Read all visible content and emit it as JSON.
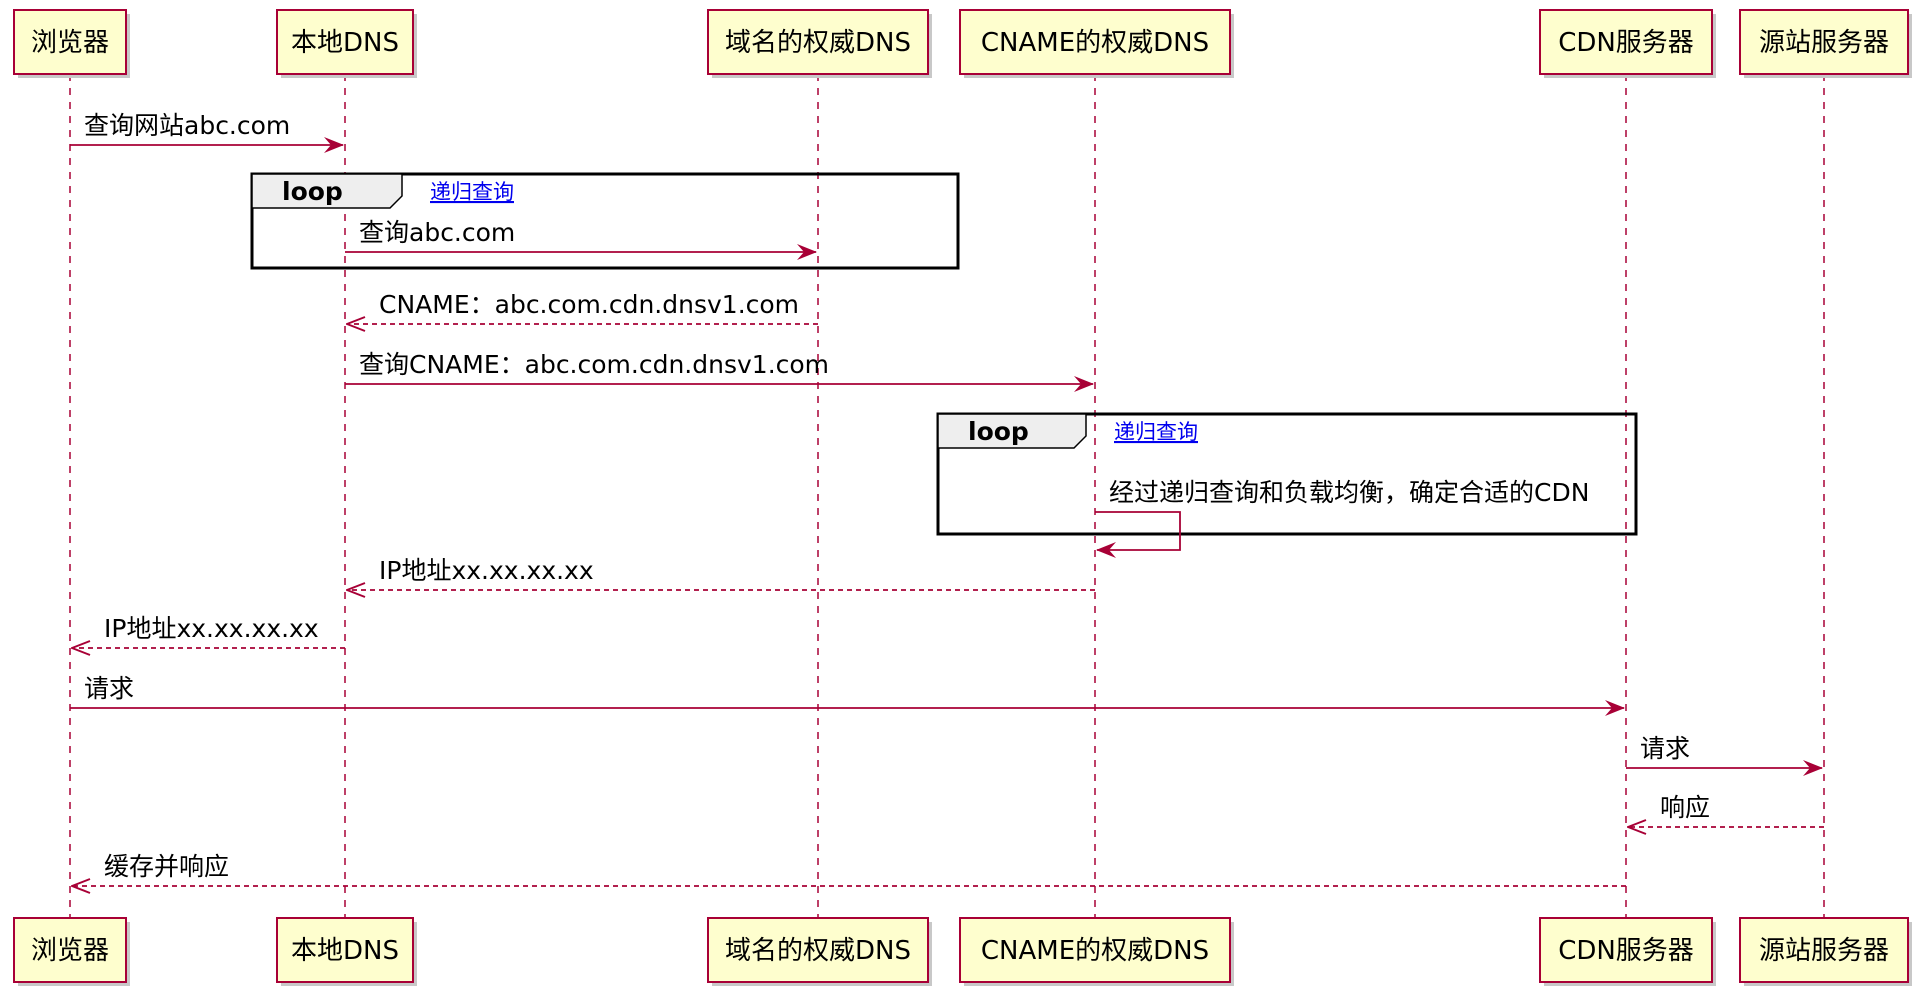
{
  "participants": [
    {
      "label": "浏览器"
    },
    {
      "label": "本地DNS"
    },
    {
      "label": "域名的权威DNS"
    },
    {
      "label": "CNAME的权威DNS"
    },
    {
      "label": "CDN服务器"
    },
    {
      "label": "源站服务器"
    }
  ],
  "messages": [
    {
      "from": 0,
      "to": 1,
      "style": "solid",
      "text": "查询网站abc.com"
    },
    {
      "from": 1,
      "to": 2,
      "style": "solid",
      "text": "查询abc.com"
    },
    {
      "from": 2,
      "to": 1,
      "style": "dashed",
      "text": "CNAME：abc.com.cdn.dnsv1.com"
    },
    {
      "from": 1,
      "to": 3,
      "style": "solid",
      "text": "查询CNAME：abc.com.cdn.dnsv1.com"
    },
    {
      "from": 3,
      "to": 3,
      "style": "solid",
      "text": "经过递归查询和负载均衡，确定合适的CDN"
    },
    {
      "from": 3,
      "to": 1,
      "style": "dashed",
      "text": "IP地址xx.xx.xx.xx"
    },
    {
      "from": 1,
      "to": 0,
      "style": "dashed",
      "text": "IP地址xx.xx.xx.xx"
    },
    {
      "from": 0,
      "to": 4,
      "style": "solid",
      "text": "请求"
    },
    {
      "from": 4,
      "to": 5,
      "style": "solid",
      "text": "请求"
    },
    {
      "from": 5,
      "to": 4,
      "style": "dashed",
      "text": "响应"
    },
    {
      "from": 4,
      "to": 0,
      "style": "dashed",
      "text": "缓存并响应"
    }
  ],
  "loops": [
    {
      "title": "loop",
      "condition": "递归查询"
    },
    {
      "title": "loop",
      "condition": "递归查询"
    }
  ],
  "colors": {
    "actor_fill": "#fefece",
    "actor_border": "#a80036",
    "arrow": "#a80036",
    "loop_frame": "#000000",
    "loop_tab": "#eeeeee",
    "link": "#0000ee"
  }
}
